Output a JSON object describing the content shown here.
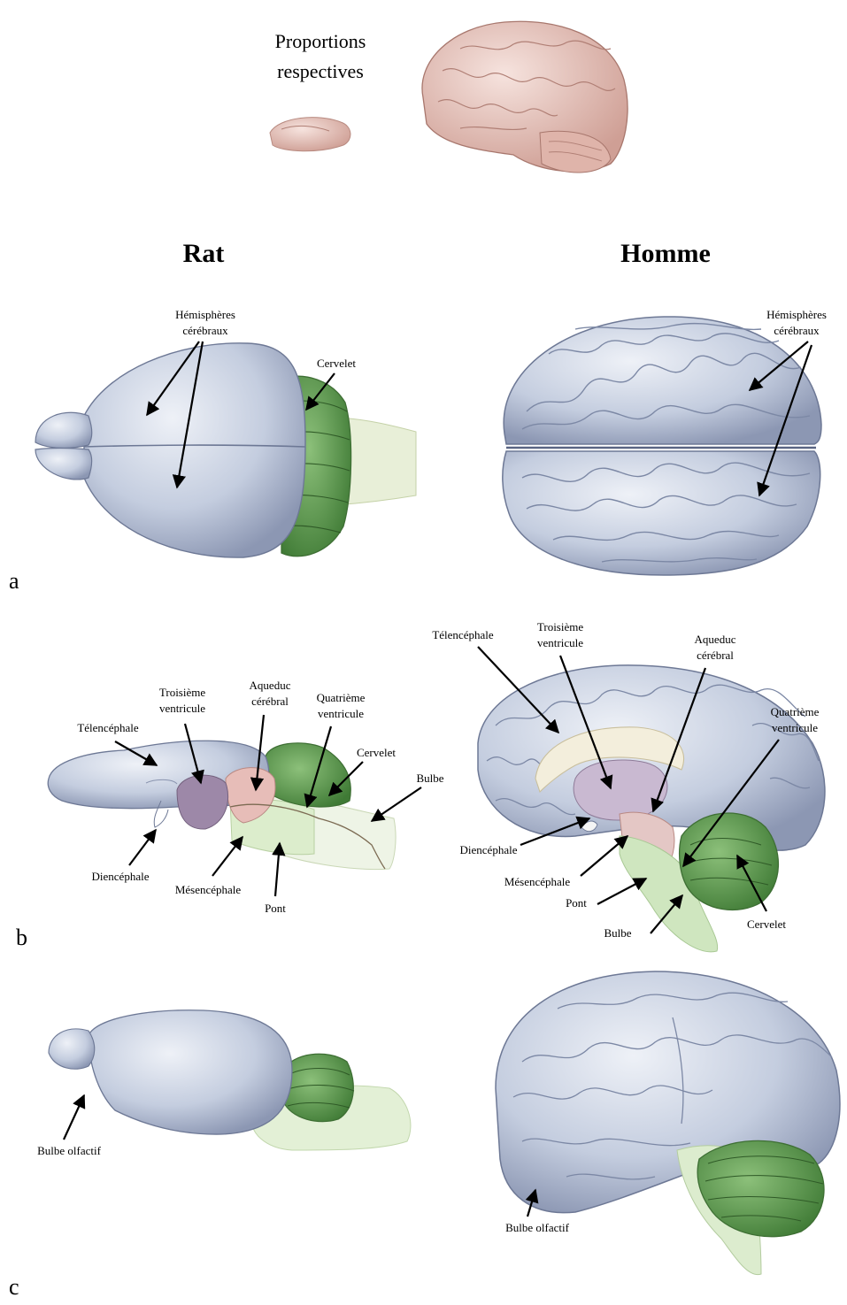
{
  "header": {
    "title_line1": "Proportions",
    "title_line2": "respectives"
  },
  "columns": {
    "rat": "Rat",
    "human": "Homme"
  },
  "panels": {
    "a": "a",
    "b": "b",
    "c": "c"
  },
  "panel_a": {
    "rat": {
      "hemispheres_line1": "Hémisphères",
      "hemispheres_line2": "cérébraux",
      "cerebellum": "Cervelet"
    },
    "human": {
      "hemispheres_line1": "Hémisphères",
      "hemispheres_line2": "cérébraux"
    }
  },
  "panel_b": {
    "rat": {
      "telencephalon": "Télencéphale",
      "third_ventricle_line1": "Troisième",
      "third_ventricle_line2": "ventricule",
      "aqueduct_line1": "Aqueduc",
      "aqueduct_line2": "cérébral",
      "fourth_ventricle_line1": "Quatrième",
      "fourth_ventricle_line2": "ventricule",
      "cerebellum": "Cervelet",
      "medulla": "Bulbe",
      "diencephalon": "Diencéphale",
      "mesencephalon": "Mésencéphale",
      "pons": "Pont"
    },
    "human": {
      "telencephalon": "Télencéphale",
      "third_ventricle_line1": "Troisième",
      "third_ventricle_line2": "ventricule",
      "aqueduct_line1": "Aqueduc",
      "aqueduct_line2": "cérébral",
      "fourth_ventricle_line1": "Quatrième",
      "fourth_ventricle_line2": "ventricule",
      "diencephalon": "Diencéphale",
      "mesencephalon": "Mésencéphale",
      "pons": "Pont",
      "medulla": "Bulbe",
      "cerebellum": "Cervelet"
    }
  },
  "panel_c": {
    "rat": {
      "olfactory_bulb": "Bulbe olfactif"
    },
    "human": {
      "olfactory_bulb": "Bulbe olfactif"
    }
  },
  "colors": {
    "cortex": "#c9d1e0",
    "cortex_dark": "#7f8aa6",
    "cerebellum": "#5f9a4e",
    "brainstem": "#cfe8c0",
    "diencephalon": "#9a86a3",
    "mesencephalon": "#e3b7b4",
    "pink_brain": "#e8c4bc"
  }
}
